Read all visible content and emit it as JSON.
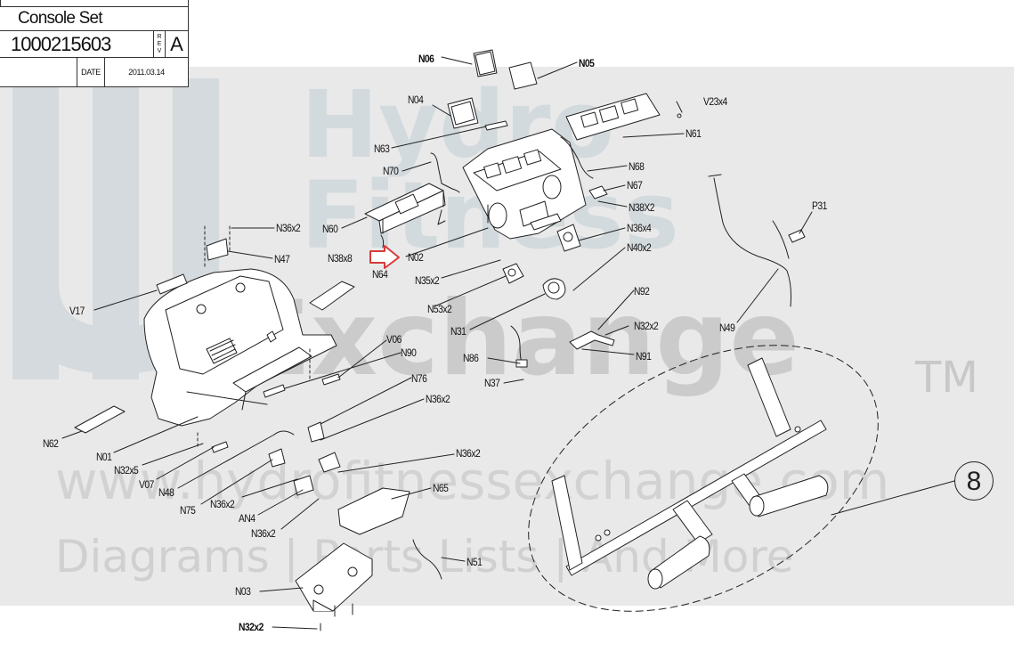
{
  "title_block": {
    "title": "Console Set",
    "part_number": "1000215603",
    "rev_label": "REV",
    "rev": "A",
    "date_label": "DATE",
    "date": "2011.03.14"
  },
  "watermark": {
    "line1": "Hydro",
    "line2": "Fitness",
    "line3": "Exchange",
    "trademark": "TM",
    "url": "www.hydrofitnessexchange.com",
    "tagline": "Diagrams | Parts Lists | And More"
  },
  "callout_number": "8",
  "labels": {
    "n06": "N06",
    "n05": "N05",
    "n04": "N04",
    "v23x4": "V23x4",
    "n61": "N61",
    "n63": "N63",
    "n70": "N70",
    "n68": "N68",
    "n67": "N67",
    "n38x2": "N38X2",
    "n60": "N60",
    "n36x2_a": "N36x2",
    "n36x4": "N36x4",
    "p31": "P31",
    "n38x8": "N38x8",
    "n02": "N02",
    "n40x2": "N40x2",
    "n47": "N47",
    "n64": "N64",
    "n35x2": "N35x2",
    "n92": "N92",
    "v17": "V17",
    "n53x2": "N53x2",
    "n32x2_a": "N32x2",
    "n31": "N31",
    "n49": "N49",
    "n91": "N91",
    "v06": "V06",
    "n90": "N90",
    "n86": "N86",
    "n37": "N37",
    "n76": "N76",
    "n36x2_b": "N36x2",
    "n62": "N62",
    "n01": "N01",
    "n32x5": "N32x5",
    "n36x2_c": "N36x2",
    "v07": "V07",
    "n48": "N48",
    "n75": "N75",
    "n36x2_d": "N36x2",
    "an4": "AN4",
    "n36x2_e": "N36x2",
    "n65": "N65",
    "n51": "N51",
    "n03": "N03",
    "n32x2_b": "N32x2"
  }
}
